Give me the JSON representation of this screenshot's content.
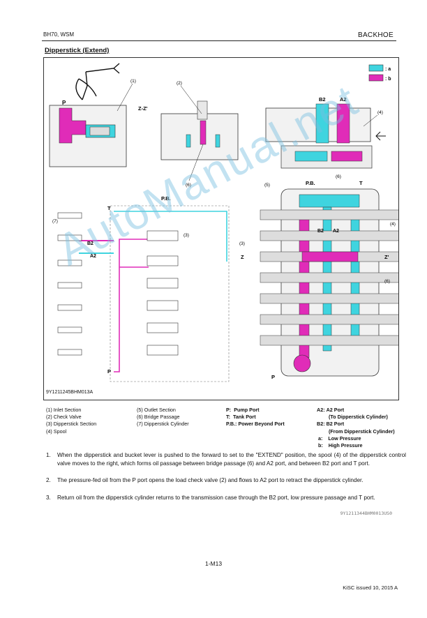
{
  "header": {
    "left": "BH70, WSM",
    "right": "BACKHOE"
  },
  "title": "Dipperstick (Extend)",
  "figure": {
    "code": "9Y1211245BHM013A",
    "legend_key": [
      {
        "key": ": a",
        "color": "#3fd4df"
      },
      {
        "key": ": b",
        "color": "#e02cb8"
      }
    ],
    "callouts": [
      "(1)",
      "(2)",
      "(3)",
      "(4)",
      "(5)",
      "(6)",
      "(7)"
    ],
    "labels": {
      "p_top": "P",
      "zz": "Z-Z'",
      "b2": "B2",
      "a2": "A2",
      "pb": "P.B.",
      "t": "T",
      "z": "Z",
      "z2": "Z'",
      "p_bottom": "P"
    }
  },
  "legend": {
    "col1": [
      "(1)   Inlet Section",
      "(2)   Check Valve",
      "(3)   Dipperstick Section",
      "(4)   Spool"
    ],
    "col2": [
      "(5)   Outlet Section",
      "(6)   Bridge Passage",
      "(7)   Dipperstick Cylinder"
    ],
    "col3": [
      {
        "k": "P:",
        "v": "Pump Port"
      },
      {
        "k": "T:",
        "v": "Tank Port"
      },
      {
        "k": "P.B.:",
        "v": "Power Beyond Port"
      }
    ],
    "col4": [
      {
        "k": "A2:",
        "v": "A2 Port"
      },
      {
        "k": "",
        "v": "(To Dipperstick Cylinder)"
      },
      {
        "k": "B2:",
        "v": "B2 Port"
      },
      {
        "k": "",
        "v": "(From Dipperstick Cylinder)"
      },
      {
        "k": "a:",
        "v": "Low Pressure"
      },
      {
        "k": "b:",
        "v": "High Pressure"
      }
    ]
  },
  "steps": [
    {
      "num": "1.",
      "text": "When the dipperstick and bucket lever is pushed to the forward to set to the \"EXTEND\" position, the spool (4) of the dipperstick control valve moves to the right, which forms oil passage between bridge passage (6) and A2 port, and between B2 port and T port."
    },
    {
      "num": "2.",
      "text": "The pressure-fed oil from the P port opens the load check valve (2) and flows to A2 port to retract the dipperstick cylinder."
    },
    {
      "num": "3.",
      "text": "Return oil from the dipperstick cylinder returns to the transmission case through the B2 port, low pressure passage and T port."
    }
  ],
  "text_code": "9Y1211344BHM0013US0",
  "page_number": "1-M13",
  "footer": "KiSC issued 10, 2015 A",
  "watermark": "AutoManual.net"
}
